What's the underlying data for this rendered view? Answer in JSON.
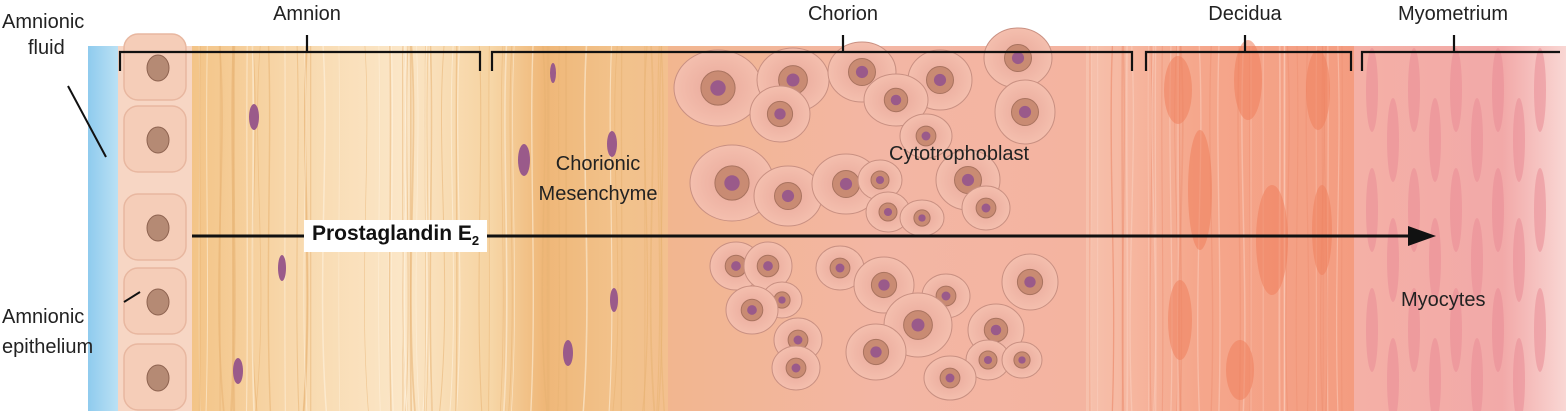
{
  "diagram": {
    "labels": {
      "amnionic_fluid": "Amnionic fluid",
      "amnionic_fluid_line1": "Amnionic",
      "amnionic_fluid_line2": "fluid",
      "amnionic_epithelium_line1": "Amnionic",
      "amnionic_epithelium_line2": "epithelium",
      "amnion": "Amnion",
      "chorion": "Chorion",
      "decidua": "Decidua",
      "myometrium": "Myometrium",
      "chorionic_mesenchyme_line1": "Chorionic",
      "chorionic_mesenchyme_line2": "Mesenchyme",
      "cytotrophoblast": "Cytotrophoblast",
      "myocytes": "Myocytes"
    },
    "arrow": {
      "text": "Prostaglandin E",
      "subscript": "2"
    },
    "colors": {
      "fluid": "#a9d8f0",
      "amnion": "#f5c98f",
      "chorion_mesenchyme": "#f0b77e",
      "cytotrophoblast": "#f4b9a4",
      "decidua": "#f49a7c",
      "myometrium": "#f2a7a4",
      "nucleus": "#9a5a8a",
      "arrow": "#111111"
    }
  }
}
